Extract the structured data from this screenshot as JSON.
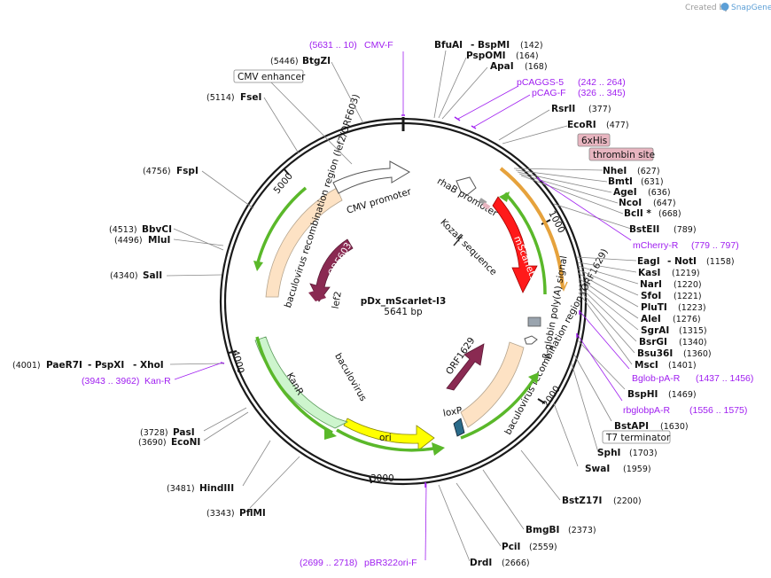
{
  "credit": {
    "prefix": "Created by",
    "brand": "SnapGene"
  },
  "plasmid": {
    "name": "pDx_mScarlet-I3",
    "length_label": "5641 bp"
  },
  "colors": {
    "backbone": "#1a1a1a",
    "primer": "#a020f0",
    "promoter_fill": "#ffffff",
    "misc_feature": "#fde2c4",
    "mscarlet": "#ff1a1a",
    "orf": "#8a2a52",
    "kanr": "#cdf5cd",
    "ori": "#ffff00",
    "green_arc": "#5ab82a",
    "orange_arc": "#e6a23c",
    "tag_box": "#e8b5c0",
    "loxp": "#2a6b8a",
    "polyA": "#9aa4ae"
  },
  "sites": [
    {
      "name": "BfuAI",
      "pos": "",
      "icon": "site-tick"
    },
    {
      "name": "- BspMI",
      "pos": "(142)"
    },
    {
      "name": "PspOMI",
      "pos": "(164)"
    },
    {
      "name": "ApaI",
      "pos": "(168)"
    },
    {
      "name": "RsrII",
      "pos": "(377)"
    },
    {
      "name": "EcoRI",
      "pos": "(477)"
    },
    {
      "name": "NheI",
      "pos": "(627)"
    },
    {
      "name": "BmtI",
      "pos": "(631)"
    },
    {
      "name": "AgeI",
      "pos": "(636)"
    },
    {
      "name": "NcoI",
      "pos": "(647)"
    },
    {
      "name": "BclI *",
      "pos": "(668)"
    },
    {
      "name": "BstEII",
      "pos": "(789)"
    },
    {
      "name": "EagI",
      "pos": ""
    },
    {
      "name": "- NotI",
      "pos": "(1158)"
    },
    {
      "name": "KasI",
      "pos": "(1219)"
    },
    {
      "name": "NarI",
      "pos": "(1220)"
    },
    {
      "name": "SfoI",
      "pos": "(1221)"
    },
    {
      "name": "PluTI",
      "pos": "(1223)"
    },
    {
      "name": "AleI",
      "pos": "(1276)"
    },
    {
      "name": "SgrAI",
      "pos": "(1315)"
    },
    {
      "name": "BsrGI",
      "pos": "(1340)"
    },
    {
      "name": "Bsu36I",
      "pos": "(1360)"
    },
    {
      "name": "MscI",
      "pos": "(1401)"
    },
    {
      "name": "BspHI",
      "pos": "(1469)"
    },
    {
      "name": "BstAPI",
      "pos": "(1630)"
    },
    {
      "name": "SphI",
      "pos": "(1703)"
    },
    {
      "name": "SwaI",
      "pos": "(1959)"
    },
    {
      "name": "BstZ17I",
      "pos": "(2200)"
    },
    {
      "name": "BmgBI",
      "pos": "(2373)"
    },
    {
      "name": "PciI",
      "pos": "(2559)"
    },
    {
      "name": "DrdI",
      "pos": "(2666)"
    },
    {
      "name": "PflMI",
      "pos": "(3343)"
    },
    {
      "name": "HindIII",
      "pos": "(3481)"
    },
    {
      "name": "EcoNI",
      "pos": ""
    },
    {
      "name": "PasI",
      "pos": ""
    },
    {
      "name": "PaeR7I",
      "pos": "(4001)"
    },
    {
      "name": "- PspXI",
      "pos": ""
    },
    {
      "name": "- XhoI",
      "pos": ""
    },
    {
      "name": "SalI",
      "pos": "(4340)"
    },
    {
      "name": "MluI",
      "pos": "(4496)"
    },
    {
      "name": "BbvCI",
      "pos": "(4513)"
    },
    {
      "name": "FspI",
      "pos": "(4756)"
    },
    {
      "name": "FseI",
      "pos": "(5114)"
    },
    {
      "name": "BtgZI",
      "pos": "(5446)"
    }
  ],
  "left_positions": {
    "econi": "(3690)",
    "pasi": "(3728)"
  },
  "primers": [
    {
      "name": "CMV-F",
      "range": "(5631 .. 10)"
    },
    {
      "name": "pCAGGS-5",
      "range": "(242 .. 264)"
    },
    {
      "name": "pCAG-F",
      "range": "(326 .. 345)"
    },
    {
      "name": "mCherry-R",
      "range": "(779 .. 797)"
    },
    {
      "name": "Bglob-pA-R",
      "range": "(1437 .. 1456)"
    },
    {
      "name": "rbglobpA-R",
      "range": "(1556 .. 1575)"
    },
    {
      "name": "Kan-R",
      "range": "(3943 .. 3962)"
    },
    {
      "name": "pBR322ori-F",
      "range": "(2699 .. 2718)"
    }
  ],
  "boxed_features": {
    "cmv_enhancer": "CMV enhancer",
    "his": "6xHis",
    "thrombin": "thrombin site",
    "t7": "T7 terminator"
  },
  "features": {
    "cmv_promoter": "CMV promoter",
    "rhab_promoter": "rhaB promoter",
    "kozak": "Kozak sequence",
    "mscarlet": "mScarlet3",
    "polyA": "β-globin poly(A) signal",
    "bac_right": "baculovirus recombination region (ORF1629)",
    "orf1629": "ORF1629",
    "loxp": "loxP",
    "ori": "ori",
    "kanr": "KanR",
    "bac_left": "baculovirus recombination region (lef2/ORF603)",
    "orf603": "ORF603",
    "lef2": "lef2"
  },
  "ticks": {
    "t1000": "1000",
    "t2000": "2000",
    "t3000": "3000",
    "t4000": "4000",
    "t5000": "5000"
  }
}
